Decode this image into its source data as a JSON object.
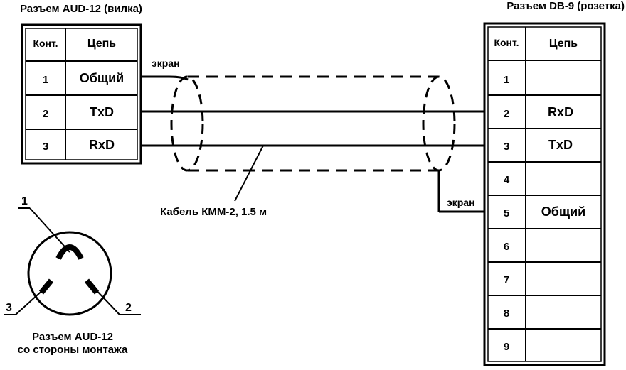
{
  "left_connector": {
    "title": "Разъем AUD-12 (вилка)",
    "header": {
      "contact": "Конт.",
      "circuit": "Цепь"
    },
    "rows": [
      {
        "contact": "1",
        "circuit": "Общий"
      },
      {
        "contact": "2",
        "circuit": "TxD"
      },
      {
        "contact": "3",
        "circuit": "RxD"
      }
    ]
  },
  "right_connector": {
    "title": "Разъем DB-9 (розетка)",
    "header": {
      "contact": "Конт.",
      "circuit": "Цепь"
    },
    "rows": [
      {
        "contact": "1",
        "circuit": ""
      },
      {
        "contact": "2",
        "circuit": "RxD"
      },
      {
        "contact": "3",
        "circuit": "TxD"
      },
      {
        "contact": "4",
        "circuit": ""
      },
      {
        "contact": "5",
        "circuit": "Общий"
      },
      {
        "contact": "6",
        "circuit": ""
      },
      {
        "contact": "7",
        "circuit": ""
      },
      {
        "contact": "8",
        "circuit": ""
      },
      {
        "contact": "9",
        "circuit": ""
      }
    ]
  },
  "cable": {
    "label": "Кабель КММ-2, 1.5 м",
    "shield_left_label": "экран",
    "shield_right_label": "экран"
  },
  "pinout": {
    "pin_labels": [
      "1",
      "2",
      "3"
    ],
    "caption_line1": "Разъем AUD-12",
    "caption_line2": "со стороны монтажа"
  }
}
